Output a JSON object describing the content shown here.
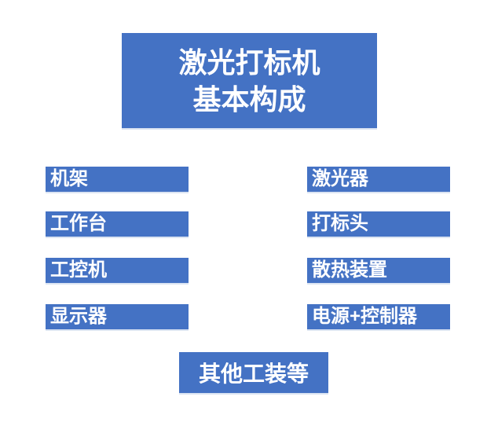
{
  "colors": {
    "box_fill": "#4472C4",
    "box_text": "#FFFFFF",
    "background": "#FFFFFF"
  },
  "title": {
    "line1": "激光打标机",
    "line2": "基本构成"
  },
  "left_items": [
    "机架",
    "工作台",
    "工控机",
    "显示器"
  ],
  "right_items": [
    "激光器",
    "打标头",
    "散热装置",
    "电源+控制器"
  ],
  "bottom": {
    "label": "其他工装等"
  }
}
